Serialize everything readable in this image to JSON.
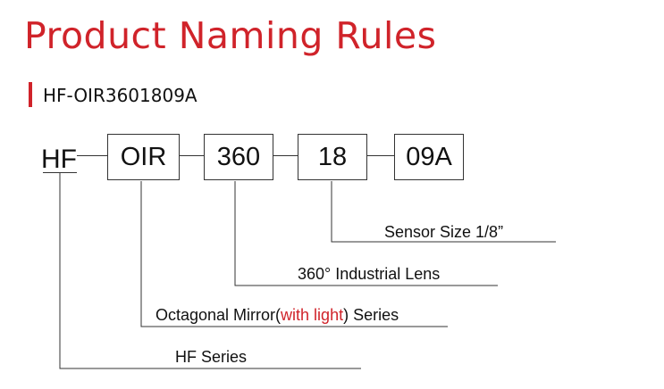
{
  "title": "Product Naming Rules",
  "model": "HF-OIR3601809A",
  "colors": {
    "accent": "#d0232a",
    "text": "#111111",
    "line": "#333333"
  },
  "code": {
    "brand": "HF",
    "segments": [
      "OIR",
      "360",
      "18",
      "09A"
    ]
  },
  "legend": {
    "sensor": "Sensor Size 1/8”",
    "lens": "360° Industrial Lens",
    "mirror_prefix": "Octagonal Mirror(",
    "mirror_highlight": "with light",
    "mirror_suffix": ") Series",
    "series": "HF Series"
  }
}
